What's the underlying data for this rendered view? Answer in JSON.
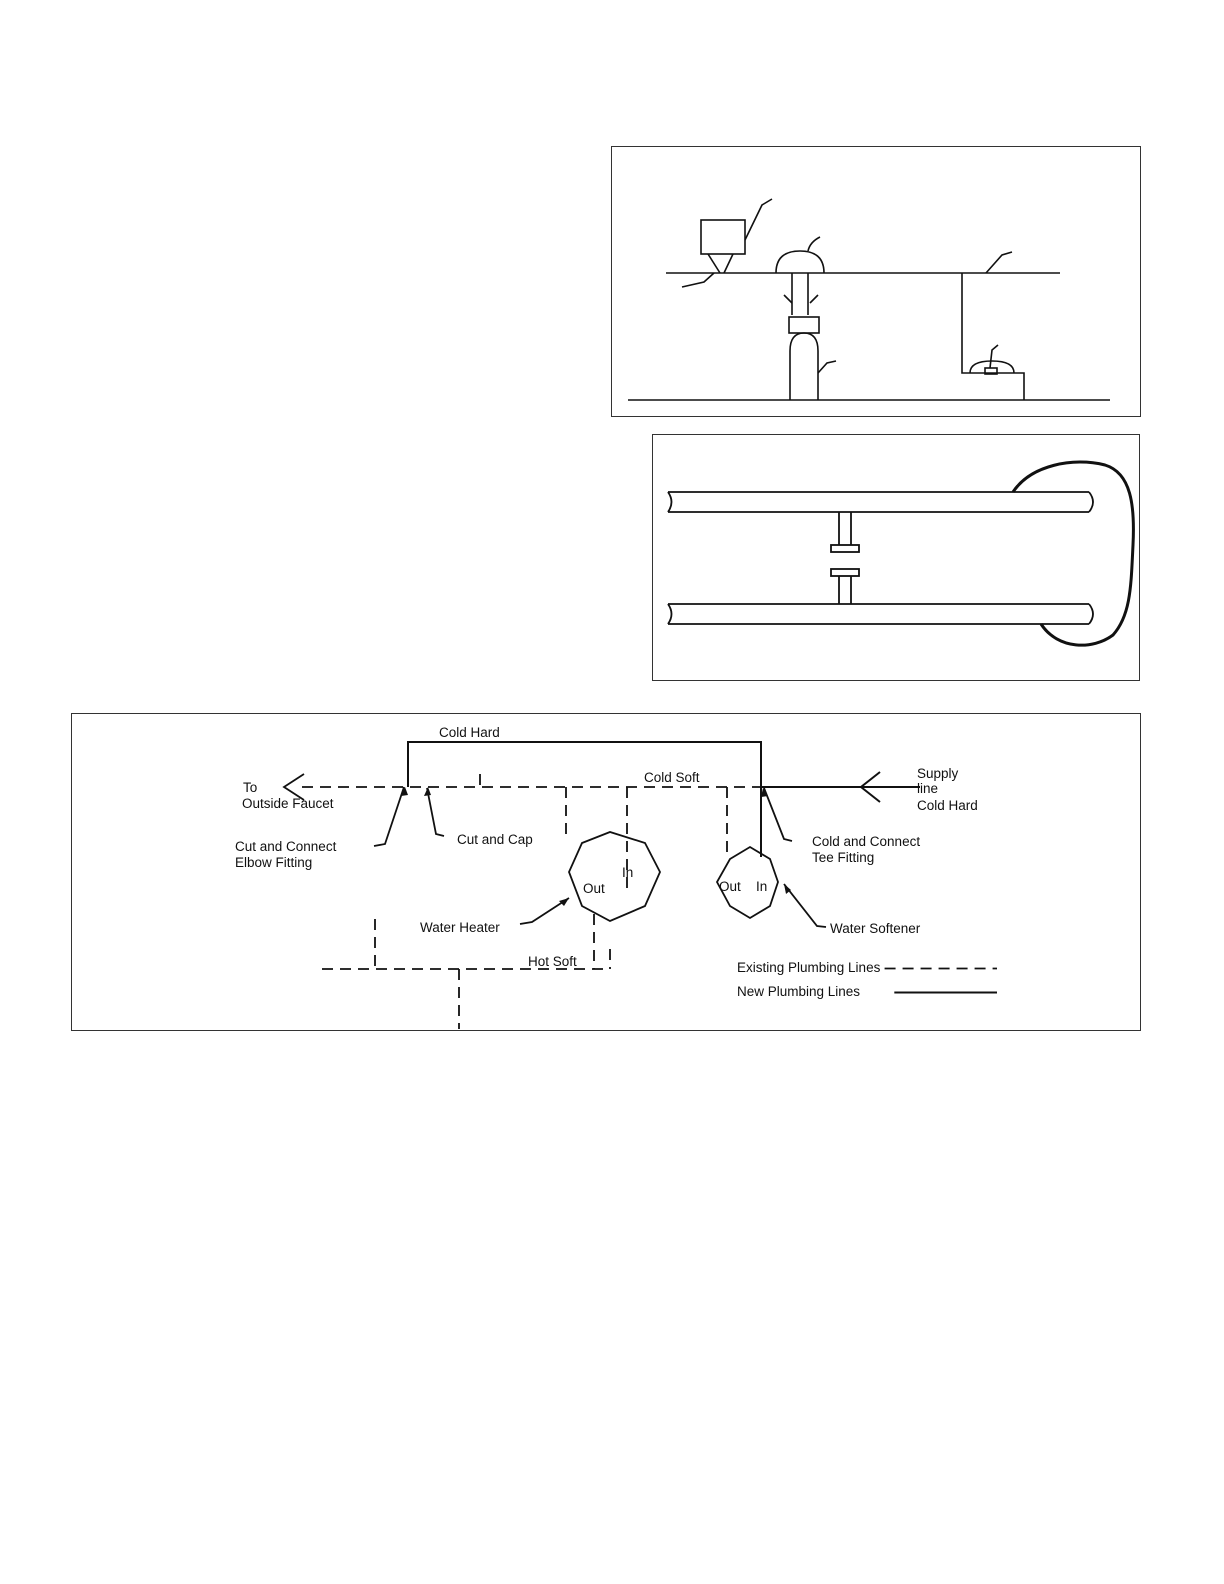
{
  "colors": {
    "line": "#111111",
    "frame": "#333333",
    "background": "#ffffff"
  },
  "diagram": {
    "labels": {
      "cold_hard_top": "Cold Hard",
      "to": "To",
      "outside_faucet": "Outside Faucet",
      "cold_soft": "Cold Soft",
      "supply": "Supply",
      "line": "line",
      "cold_hard_supply": "Cold Hard",
      "cut_connect_1": "Cut and Connect",
      "elbow_fitting": "Elbow Fitting",
      "cut_and_cap": "Cut and Cap",
      "cold_connect": "Cold and Connect",
      "tee_fitting": "Tee Fitting",
      "heater_out": "Out",
      "heater_in": "In",
      "softener_out": "Out",
      "softener_in": "In",
      "water_heater": "Water Heater",
      "water_softener": "Water Softener",
      "hot_soft": "Hot Soft"
    },
    "legend": [
      {
        "label": "Existing Plumbing Lines",
        "style": "dashed"
      },
      {
        "label": "New Plumbing Lines",
        "style": "solid"
      }
    ]
  }
}
